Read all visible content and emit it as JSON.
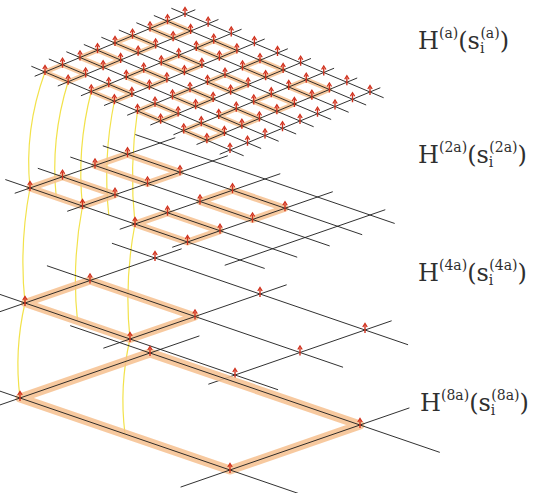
{
  "diagram": {
    "labels": [
      "H",
      "(a)",
      "(",
      "s",
      "i",
      "(a)",
      ")",
      "H",
      "(2a)",
      "(",
      "s",
      "i",
      "(2a)",
      ")",
      "H",
      "(4a)",
      "(",
      "s",
      "i",
      "(4a)",
      ")",
      "H",
      "(8a)",
      "(",
      "s",
      "i",
      "(8a)",
      ")"
    ]
  }
}
